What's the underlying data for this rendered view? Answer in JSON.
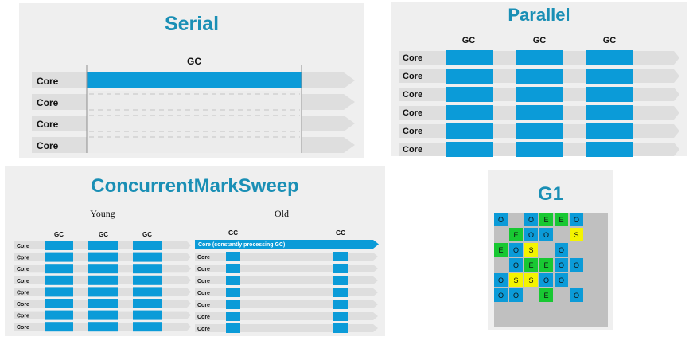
{
  "serial": {
    "title": "Serial",
    "gc_label": "GC",
    "core_label": "Core"
  },
  "parallel": {
    "title": "Parallel",
    "gc_label": "GC",
    "core_label": "Core"
  },
  "cms": {
    "title": "ConcurrentMarkSweep",
    "young_label": "Young",
    "old_label": "Old",
    "gc_label": "GC",
    "core_label": "Core",
    "concurrent_label": "Core (constantly processing GC)"
  },
  "g1": {
    "title": "G1",
    "regions": [
      [
        "O",
        "",
        "O",
        "E",
        "E",
        "O"
      ],
      [
        "",
        "E",
        "O",
        "O",
        "",
        "S"
      ],
      [
        "E",
        "O",
        "S",
        "",
        "O",
        ""
      ],
      [
        "",
        "O",
        "E",
        "E",
        "O",
        "O"
      ],
      [
        "O",
        "S",
        "S",
        "O",
        "O",
        ""
      ],
      [
        "O",
        "O",
        "",
        "E",
        "",
        "O"
      ]
    ]
  },
  "colors": {
    "accent": "#0b9bd8",
    "title": "#1a8fb5",
    "bar": "#dedede",
    "eden": "#18c832",
    "survivor": "#f4f400"
  }
}
